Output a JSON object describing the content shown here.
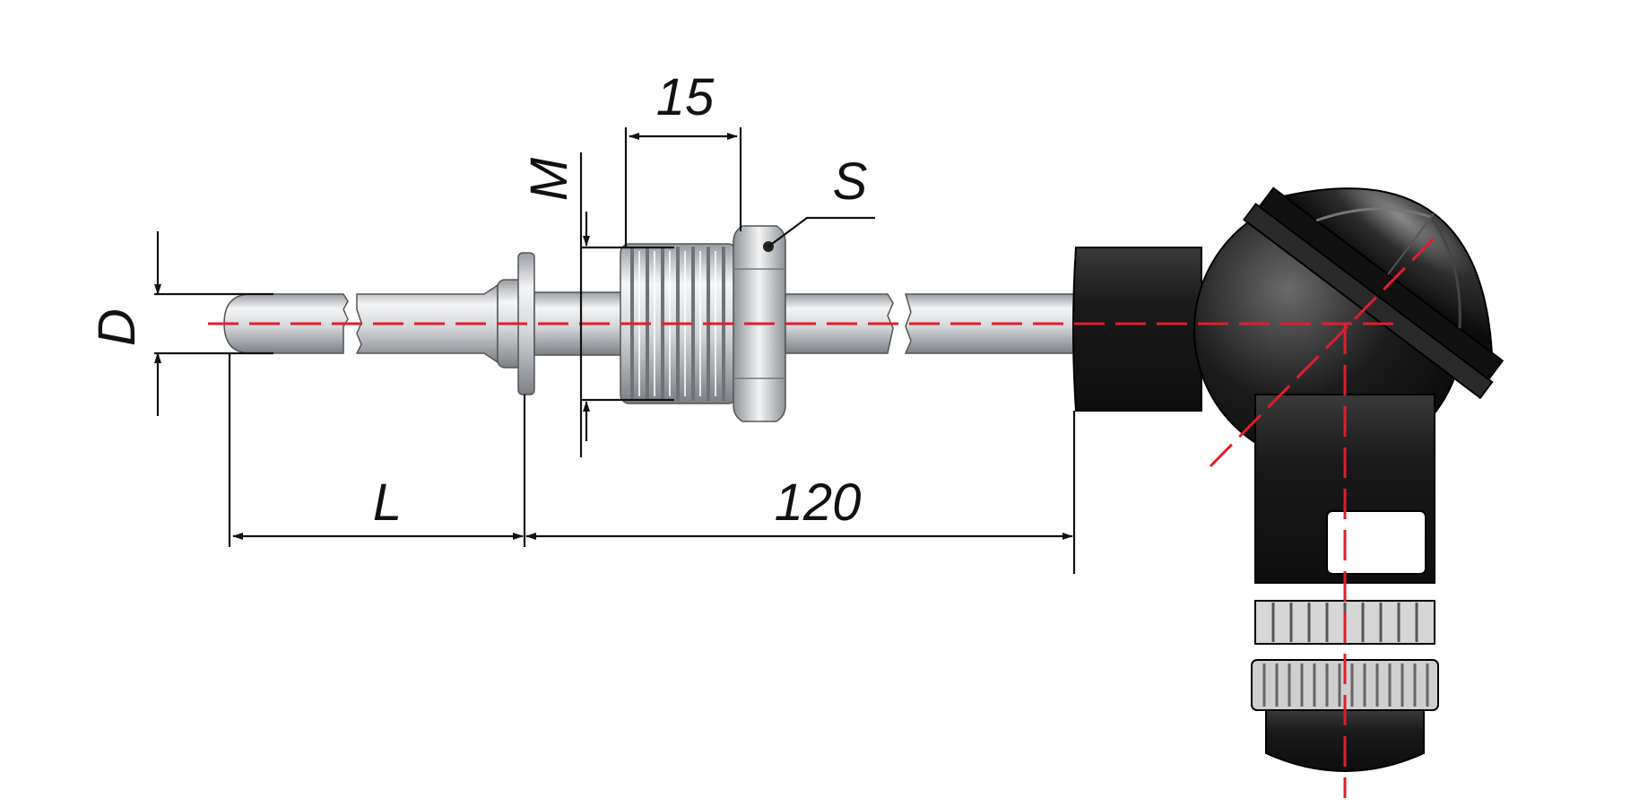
{
  "diagram": {
    "labels": {
      "diameter": "D",
      "length": "L",
      "length_fixed": "120",
      "thread_length": "15",
      "thread": "M",
      "wrench_size": "S"
    },
    "colors": {
      "centerline": "#e01e2a",
      "dimension_lines": "#111111",
      "metal_light": "#eceef0",
      "metal_dark": "#8a8e93",
      "head_body": "#1e1e1e",
      "head_highlight": "#5a5a5a"
    }
  }
}
